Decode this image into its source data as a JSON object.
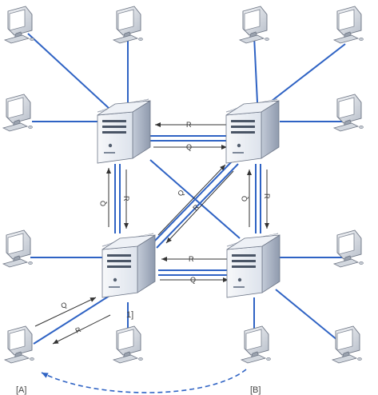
{
  "colors": {
    "link": "#2f63c4",
    "arrow": "#333333",
    "request_path": "#2f63c4",
    "server_light": "#f7f8fa",
    "server_mid": "#dde3ec",
    "server_dark": "#aab4c4",
    "pc_frame": "#8e96a3",
    "pc_screen": "#ffffff"
  },
  "diagram": {
    "message_label_request": "Q",
    "message_label_reply": "R",
    "client_a_tag": "[A]",
    "client_b_tag": "[B]",
    "server_tag": "1]",
    "servers": [
      {
        "id": "server-top-left"
      },
      {
        "id": "server-top-right"
      },
      {
        "id": "server-bottom-left"
      },
      {
        "id": "server-bottom-right"
      }
    ],
    "clients": [
      {
        "id": "pc-1"
      },
      {
        "id": "pc-2"
      },
      {
        "id": "pc-3"
      },
      {
        "id": "pc-4"
      },
      {
        "id": "pc-5"
      },
      {
        "id": "pc-6"
      },
      {
        "id": "pc-7"
      },
      {
        "id": "pc-8"
      },
      {
        "id": "pc-9"
      },
      {
        "id": "pc-10"
      },
      {
        "id": "pc-11"
      },
      {
        "id": "pc-12"
      }
    ]
  }
}
